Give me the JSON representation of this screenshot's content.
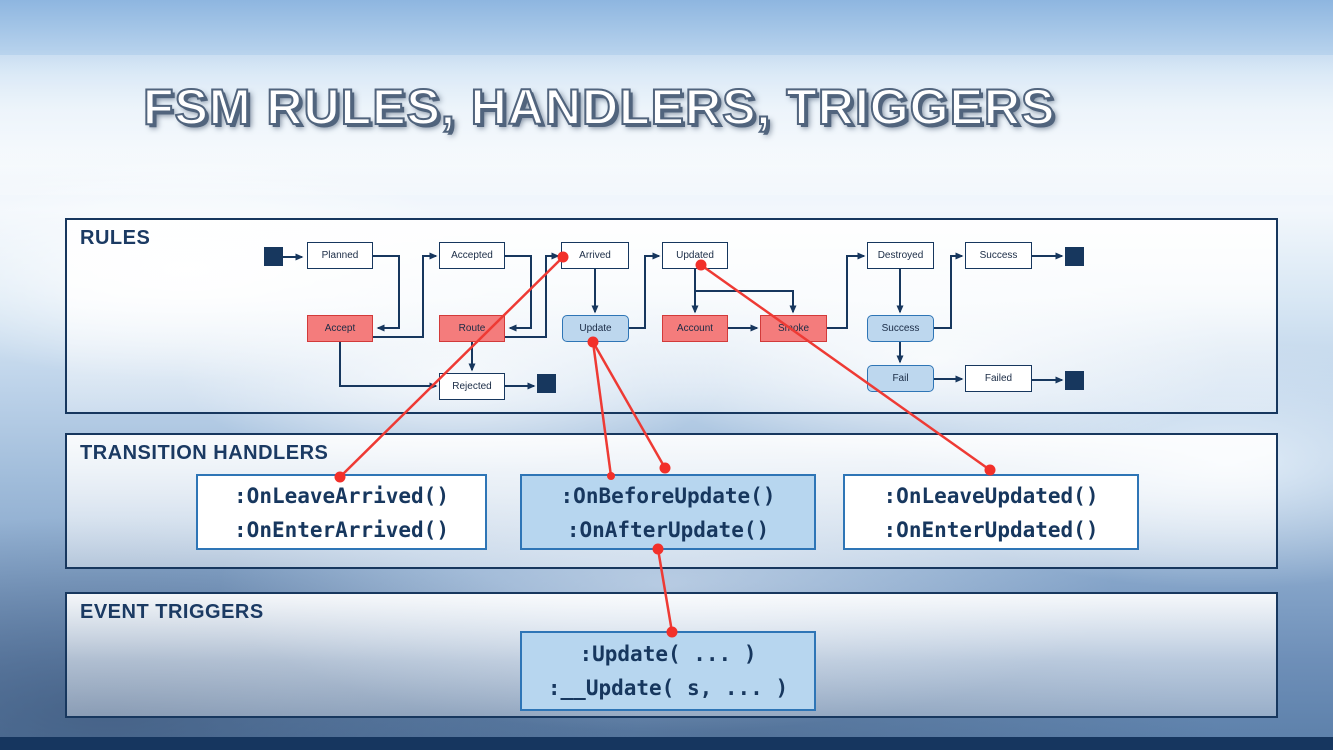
{
  "slide": {
    "title": "FSM RULES, HANDLERS, TRIGGERS",
    "colors": {
      "navy": "#17375e",
      "panel_border": "#17375e",
      "box_border_blue": "#2e75b6",
      "event_red_fill": "#f47c7c",
      "event_blue_fill": "#bdd7ee",
      "connector_red": "#ee3a34"
    }
  },
  "rules": {
    "label": "RULES",
    "nodes": {
      "planned": "Planned",
      "accepted": "Accepted",
      "arrived": "Arrived",
      "updated": "Updated",
      "destroyed": "Destroyed",
      "success_state": "Success",
      "accept": "Accept",
      "route": "Route",
      "update": "Update",
      "account": "Account",
      "smoke": "Smoke",
      "success_event": "Success",
      "rejected": "Rejected",
      "fail": "Fail",
      "failed": "Failed"
    }
  },
  "handlers": {
    "label": "TRANSITION HANDLERS",
    "boxes": [
      {
        "line1": ":OnLeaveArrived()",
        "line2": ":OnEnterArrived()"
      },
      {
        "line1": ":OnBeforeUpdate()",
        "line2": ":OnAfterUpdate()"
      },
      {
        "line1": ":OnLeaveUpdated()",
        "line2": ":OnEnterUpdated()"
      }
    ]
  },
  "triggers": {
    "label": "EVENT TRIGGERS",
    "box": {
      "line1": ":Update( ... )",
      "line2": ":__Update( s, ... )"
    }
  }
}
